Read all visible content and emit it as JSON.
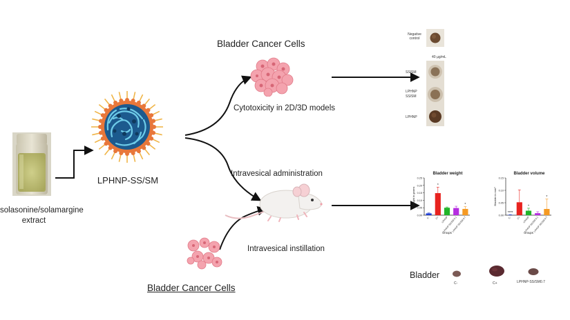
{
  "labels": {
    "bladder_cancer_cells_top": "Bladder Cancer Cells",
    "bladder_cancer_cells_bottom": "Bladder Cancer Cells",
    "cytotoxicity": "Cytotoxicity in 2D/3D models",
    "intravesical_administration": "Intravesical administration",
    "intravesical_instillation": "Intravesical instillation",
    "nanoparticle": "LPHNP-SS/SM",
    "extract_line1": "solasonine/solamargine",
    "extract_line2": "extract",
    "bladder": "Bladder"
  },
  "spheroid_panel": {
    "top_row_label": "Negative\ncontrol",
    "concentration": "40 µg/mL",
    "rows": [
      {
        "label": "SS/SM"
      },
      {
        "label": "LPHNP\nSS/SM"
      },
      {
        "label": "LPHNP"
      }
    ]
  },
  "organ_panel": {
    "items": [
      "C-",
      "C+",
      "LPHNP-SS/SM0.7"
    ]
  },
  "colors": {
    "red": "#e8231f",
    "blue": "#1f3fd6",
    "green": "#22b52a",
    "purple": "#b52de0",
    "orange": "#f59a23",
    "nanoparticle_core": "#1c5a8e",
    "cell_pink": "#f4a3ae"
  },
  "chart_data": [
    {
      "type": "bar",
      "title": "Bladder weight",
      "ylabel": "Weight in grams",
      "xlabel": "Groups",
      "ylim": [
        0,
        0.25
      ],
      "yticks": [
        "0.25",
        "0.20",
        "0.15",
        "0.10",
        "0.05",
        "0.00"
      ],
      "categories": [
        "C-",
        "C+",
        "LPHNP",
        "LPHNP-SS/SM 0.1",
        "LPHNP-SS/SM 0.7"
      ],
      "values": [
        0.012,
        0.148,
        0.05,
        0.048,
        0.042
      ],
      "errors": [
        0.003,
        0.04,
        0.005,
        0.012,
        0.015
      ],
      "significance": [
        "",
        "*",
        "",
        "",
        "*"
      ],
      "colors": [
        "#1f3fd6",
        "#e8231f",
        "#22b52a",
        "#b52de0",
        "#f59a23"
      ]
    },
    {
      "type": "bar",
      "title": "Bladder volume",
      "ylabel": "Bladder in mm³",
      "xlabel": "Groups",
      "ylim": [
        0,
        0.15
      ],
      "yticks": [
        "0.15",
        "0.10",
        "0.05",
        "0.00"
      ],
      "categories": [
        "C-",
        "C+",
        "LPHNP",
        "LPHNP-SS/SM 0.1",
        "LPHNP-SS/SM 0.7"
      ],
      "values": [
        0.001,
        0.052,
        0.018,
        0.008,
        0.025
      ],
      "errors": [
        0.001,
        0.05,
        0.01,
        0.006,
        0.04
      ],
      "significance": [
        "****",
        "",
        "*",
        "",
        "*"
      ],
      "colors": [
        "#1f3fd6",
        "#e8231f",
        "#22b52a",
        "#b52de0",
        "#f59a23"
      ]
    }
  ]
}
